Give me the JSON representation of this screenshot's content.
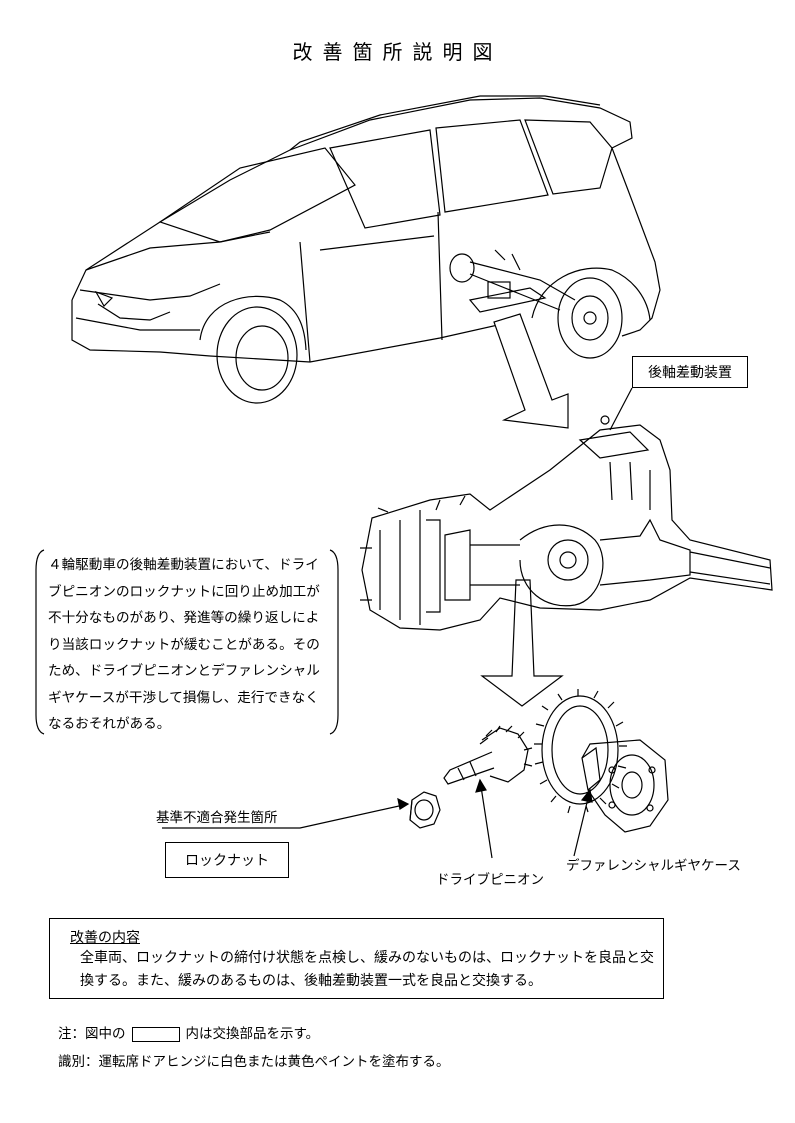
{
  "title": "改善箇所説明図",
  "labels": {
    "rear_diff": "後軸差動装置",
    "defect_point": "基準不適合発生箇所",
    "lock_nut": "ロックナット",
    "drive_pinion": "ドライブピニオン",
    "diff_case": "デファレンシャルギヤケース"
  },
  "description": "４輪駆動車の後軸差動装置において、ドライブピニオンのロックナットに回り止め加工が不十分なものがあり、発進等の繰り返しにより当該ロックナットが緩むことがある。そのため、ドライブピニオンとデファレンシャルギヤケースが干渉して損傷し、走行できなくなるおそれがある。",
  "improvement": {
    "heading": "改善の内容",
    "body": "全車両、ロックナットの締付け状態を点検し、緩みのないものは、ロックナットを良品と交換する。また、緩みのあるものは、後軸差動装置一式を良品と交換する。"
  },
  "notes": {
    "note_prefix": "注：図中の",
    "note_suffix": "内は交換部品を示す。",
    "identification": "識別：運転席ドアヒンジに白色または黄色ペイントを塗布する。"
  }
}
